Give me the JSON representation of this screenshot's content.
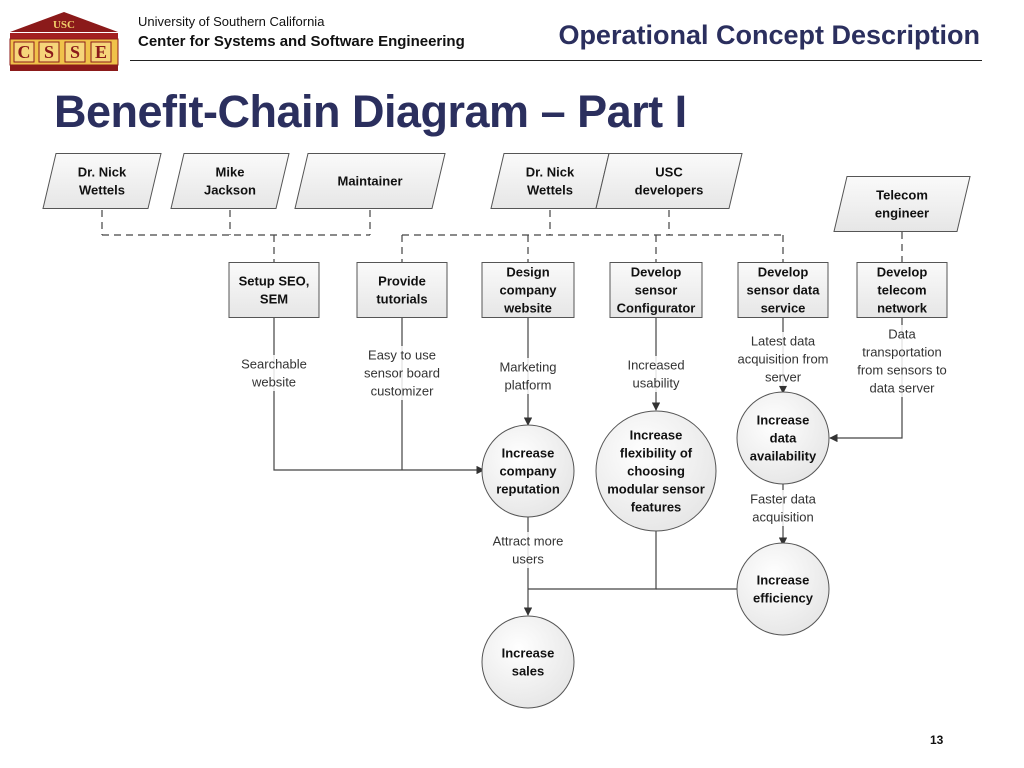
{
  "header": {
    "university": "University of Southern California",
    "center": "Center for Systems and Software Engineering",
    "section": "Operational Concept Description",
    "logo_top_text": "USC",
    "logo_letters": [
      "C",
      "S",
      "S",
      "E"
    ]
  },
  "slide": {
    "title": "Benefit-Chain Diagram – Part I",
    "page_number": "13"
  },
  "diagram": {
    "stakeholders": [
      {
        "id": "s1",
        "lines": [
          "Dr. Nick",
          "Wettels"
        ]
      },
      {
        "id": "s2",
        "lines": [
          "Mike",
          "Jackson"
        ]
      },
      {
        "id": "s3",
        "lines": [
          "Maintainer"
        ]
      },
      {
        "id": "s4",
        "lines": [
          "Dr. Nick",
          "Wettels"
        ]
      },
      {
        "id": "s5",
        "lines": [
          "USC",
          "developers"
        ]
      },
      {
        "id": "s6",
        "lines": [
          "Telecom",
          "engineer"
        ]
      }
    ],
    "initiatives": [
      {
        "id": "i1",
        "lines": [
          "Setup SEO,",
          "SEM"
        ]
      },
      {
        "id": "i2",
        "lines": [
          "Provide",
          "tutorials"
        ]
      },
      {
        "id": "i3",
        "lines": [
          "Design",
          "company",
          "website"
        ]
      },
      {
        "id": "i4",
        "lines": [
          "Develop",
          "sensor",
          "Configurator"
        ]
      },
      {
        "id": "i5",
        "lines": [
          "Develop",
          "sensor data",
          "service"
        ]
      },
      {
        "id": "i6",
        "lines": [
          "Develop",
          "telecom",
          "network"
        ]
      }
    ],
    "contributions": [
      {
        "id": "c1",
        "lines": [
          "Searchable",
          "website"
        ]
      },
      {
        "id": "c2",
        "lines": [
          "Easy to use",
          "sensor board",
          "customizer"
        ]
      },
      {
        "id": "c3",
        "lines": [
          "Marketing",
          "platform"
        ]
      },
      {
        "id": "c4",
        "lines": [
          "Increased",
          "usability"
        ]
      },
      {
        "id": "c5",
        "lines": [
          "Latest data",
          "acquisition from",
          "server"
        ]
      },
      {
        "id": "c6",
        "lines": [
          "Data",
          "transportation",
          "from sensors to",
          "data server"
        ]
      },
      {
        "id": "c7",
        "lines": [
          "Faster data",
          "acquisition"
        ]
      },
      {
        "id": "c8",
        "lines": [
          "Attract more",
          "users"
        ]
      }
    ],
    "outcomes": [
      {
        "id": "o1",
        "lines": [
          "Increase",
          "company",
          "reputation"
        ]
      },
      {
        "id": "o2",
        "lines": [
          "Increase",
          "flexibility of",
          "choosing",
          "modular sensor",
          "features"
        ]
      },
      {
        "id": "o3",
        "lines": [
          "Increase",
          "data",
          "availability"
        ]
      },
      {
        "id": "o4",
        "lines": [
          "Increase",
          "efficiency"
        ]
      },
      {
        "id": "o5",
        "lines": [
          "Increase",
          "sales"
        ]
      }
    ]
  }
}
